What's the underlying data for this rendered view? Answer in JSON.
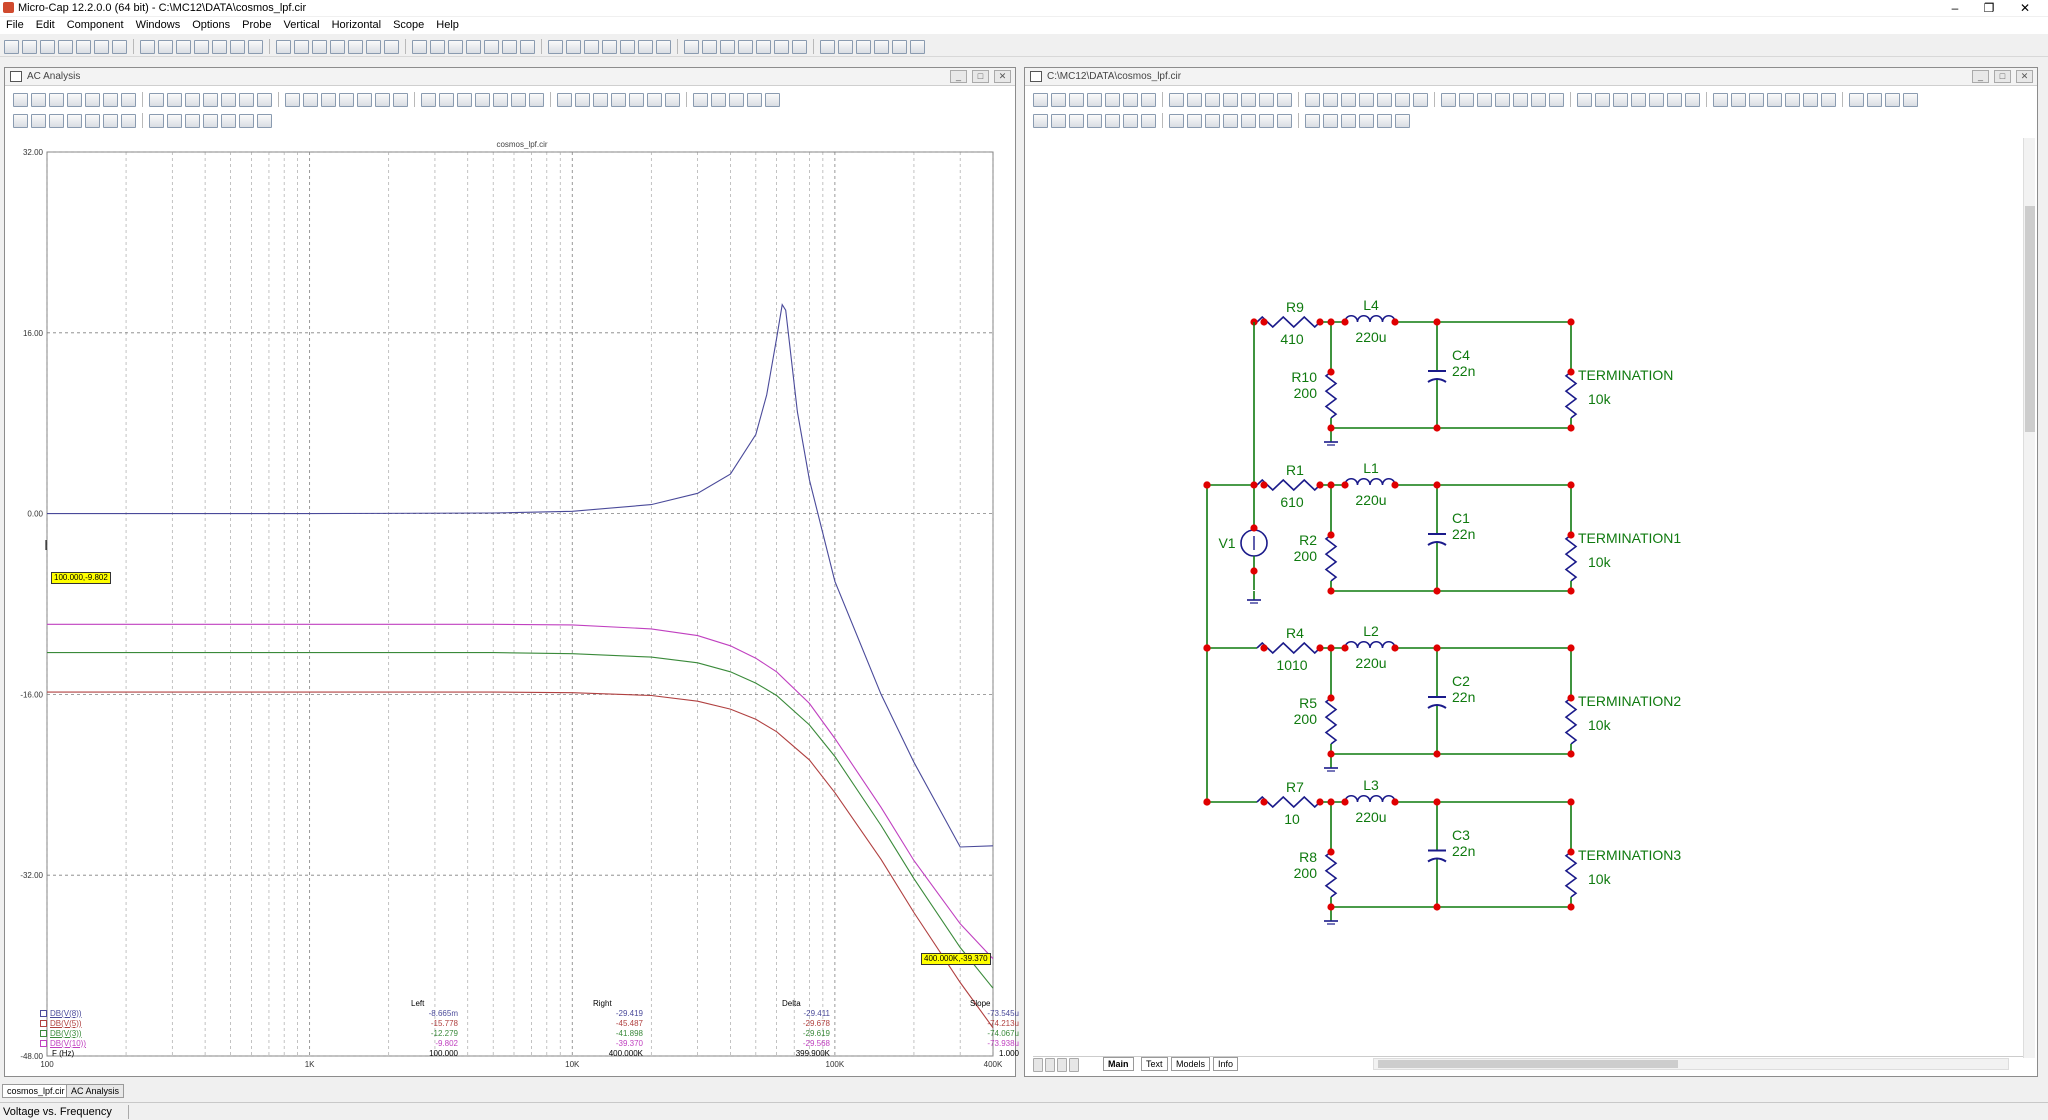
{
  "window": {
    "title": "Micro-Cap 12.2.0.0 (64 bit) - C:\\MC12\\DATA\\cosmos_lpf.cir"
  },
  "menu": [
    "File",
    "Edit",
    "Component",
    "Windows",
    "Options",
    "Probe",
    "Vertical",
    "Horizontal",
    "Scope",
    "Help"
  ],
  "ac_window": {
    "title": "AC Analysis",
    "plot_title": "cosmos_lpf.cir",
    "cursor_left_label": "100.000,-9.802",
    "cursor_right_label": "400.000K,-39.370"
  },
  "chart_data": {
    "type": "line",
    "title": "cosmos_lpf.cir",
    "x_scale": "log",
    "xlim": [
      100,
      400000
    ],
    "ylim": [
      -48,
      32
    ],
    "x_ticks": [
      {
        "value": 100,
        "label": "100"
      },
      {
        "value": 1000,
        "label": "1K"
      },
      {
        "value": 10000,
        "label": "10K"
      },
      {
        "value": 100000,
        "label": "100K"
      },
      {
        "value": 400000,
        "label": "400K"
      }
    ],
    "y_ticks": [
      {
        "value": 32,
        "label": "32.00"
      },
      {
        "value": 16,
        "label": "16.00"
      },
      {
        "value": 0,
        "label": "0.00"
      },
      {
        "value": -16,
        "label": "-16.00"
      },
      {
        "value": -32,
        "label": "-32.00"
      },
      {
        "value": -48,
        "label": "-48.00"
      }
    ],
    "series": [
      {
        "name": "DB(V(8))",
        "color": "#4a4a9a",
        "x": [
          100,
          1000,
          5000,
          10000,
          20000,
          30000,
          40000,
          50000,
          55000,
          60000,
          63000,
          65000,
          68000,
          72000,
          80000,
          100000,
          150000,
          200000,
          300000,
          400000
        ],
        "y": [
          0,
          0,
          0.05,
          0.2,
          0.8,
          1.8,
          3.5,
          7,
          10.5,
          15.5,
          18.5,
          18,
          14,
          9,
          3,
          -6,
          -16,
          -22,
          -29.5,
          -29.4
        ]
      },
      {
        "name": "DB(V(5))",
        "color": "#b04040",
        "x": [
          100,
          1000,
          5000,
          10000,
          20000,
          30000,
          40000,
          50000,
          60000,
          80000,
          100000,
          150000,
          200000,
          300000,
          400000
        ],
        "y": [
          -15.8,
          -15.8,
          -15.8,
          -15.85,
          -16.1,
          -16.6,
          -17.3,
          -18.2,
          -19.3,
          -21.8,
          -24.7,
          -30.6,
          -35.3,
          -41.5,
          -45.5
        ]
      },
      {
        "name": "DB(V(3))",
        "color": "#3a8a3a",
        "x": [
          100,
          1000,
          5000,
          10000,
          20000,
          30000,
          40000,
          50000,
          60000,
          80000,
          100000,
          150000,
          200000,
          300000,
          400000
        ],
        "y": [
          -12.3,
          -12.3,
          -12.3,
          -12.4,
          -12.7,
          -13.2,
          -14.0,
          -15.0,
          -16.1,
          -18.7,
          -21.5,
          -27.6,
          -32.3,
          -38.4,
          -42.0
        ]
      },
      {
        "name": "DB(V(10))",
        "color": "#c040c0",
        "x": [
          100,
          1000,
          5000,
          10000,
          20000,
          30000,
          40000,
          50000,
          60000,
          80000,
          100000,
          150000,
          200000,
          300000,
          400000
        ],
        "y": [
          -9.8,
          -9.8,
          -9.8,
          -9.85,
          -10.2,
          -10.8,
          -11.7,
          -12.8,
          -14.0,
          -16.8,
          -19.9,
          -26.0,
          -30.7,
          -36.3,
          -39.4
        ]
      }
    ]
  },
  "legend": {
    "headers": [
      "Left",
      "Right",
      "Delta",
      "Slope"
    ],
    "rows": [
      {
        "name": "DB(V(8))",
        "color": "#4a4a9a",
        "left": "-8.665m",
        "right": "-29.419",
        "delta": "-29.411",
        "slope": "-73.545u"
      },
      {
        "name": "DB(V(5))",
        "color": "#b04040",
        "left": "-15.778",
        "right": "-45.487",
        "delta": "-29.678",
        "slope": "-74.213u"
      },
      {
        "name": "DB(V(3))",
        "color": "#3a8a3a",
        "left": "-12.279",
        "right": "-41.898",
        "delta": "-29.619",
        "slope": "-74.067u"
      },
      {
        "name": "DB(V(10))",
        "color": "#c040c0",
        "left": "-9.802",
        "right": "-39.370",
        "delta": "-29.568",
        "slope": "-73.938u"
      }
    ],
    "freq_row": {
      "name": "F (Hz)",
      "left": "100.000",
      "right": "400.000K",
      "delta": "399.900K",
      "slope": "1.000"
    }
  },
  "schematic_window": {
    "title": "C:\\MC12\\DATA\\cosmos_lpf.cir",
    "tabs": [
      "Main",
      "Text",
      "Models",
      "Info"
    ],
    "source": "V1",
    "branches": [
      {
        "r_series": "R9",
        "r_series_val": "410",
        "inductor": "L4",
        "l_val": "220u",
        "r_shunt": "R10",
        "r_shunt_val": "200",
        "cap": "C4",
        "c_val": "22n",
        "term": "TERMINATION",
        "term_val": "10k"
      },
      {
        "r_series": "R1",
        "r_series_val": "610",
        "inductor": "L1",
        "l_val": "220u",
        "r_shunt": "R2",
        "r_shunt_val": "200",
        "cap": "C1",
        "c_val": "22n",
        "term": "TERMINATION1",
        "term_val": "10k"
      },
      {
        "r_series": "R4",
        "r_series_val": "1010",
        "inductor": "L2",
        "l_val": "220u",
        "r_shunt": "R5",
        "r_shunt_val": "200",
        "cap": "C2",
        "c_val": "22n",
        "term": "TERMINATION2",
        "term_val": "10k"
      },
      {
        "r_series": "R7",
        "r_series_val": "10",
        "inductor": "L3",
        "l_val": "220u",
        "r_shunt": "R8",
        "r_shunt_val": "200",
        "cap": "C3",
        "c_val": "22n",
        "term": "TERMINATION3",
        "term_val": "10k"
      }
    ]
  },
  "bottom_tabs": [
    "cosmos_lpf.cir",
    "AC Analysis"
  ],
  "status": {
    "text": "Voltage vs. Frequency"
  },
  "colors": {
    "wire": "#0f7a0f",
    "node": "#e00000",
    "component": "#1a1a8a",
    "label": "#0f7a0f"
  }
}
